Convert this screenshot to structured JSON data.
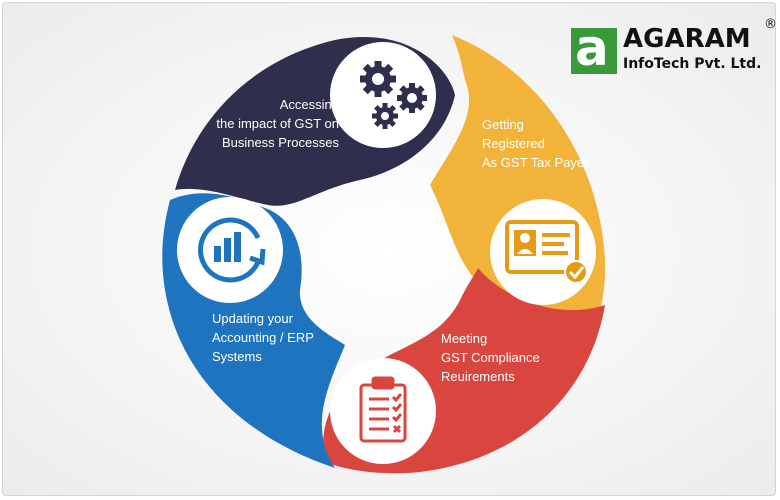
{
  "logo": {
    "mark": "a",
    "name": "AGARAM",
    "subtitle": "InfoTech Pvt. Ltd.",
    "registered": "®"
  },
  "colors": {
    "navy": "#2f2e4d",
    "yellow": "#f2b33b",
    "red": "#d9453f",
    "blue": "#1f74c0",
    "green": "#3a9a3a"
  },
  "segments": [
    {
      "id": "assess",
      "icon": "gears-icon",
      "lines": [
        "Accessing",
        "the impact of GST on",
        "Business Processes"
      ]
    },
    {
      "id": "register",
      "icon": "id-card-check-icon",
      "lines": [
        "Getting",
        "Registered",
        "As GST Tax Payer"
      ]
    },
    {
      "id": "compliance",
      "icon": "clipboard-checklist-icon",
      "lines": [
        "Meeting",
        "GST Compliance",
        "Reuirements"
      ]
    },
    {
      "id": "update",
      "icon": "refresh-chart-icon",
      "lines": [
        "Updating your",
        "Accounting / ERP",
        "Systems"
      ]
    }
  ]
}
